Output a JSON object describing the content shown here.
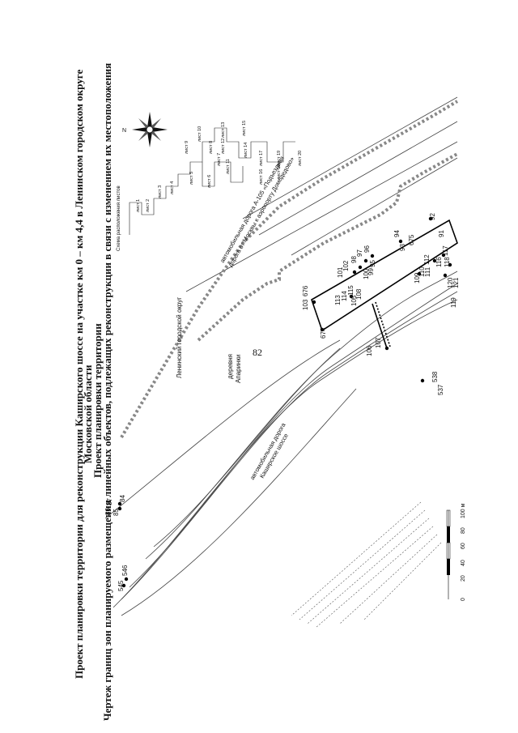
{
  "page": {
    "number": "82"
  },
  "titles": [
    "Проект планировки территории для реконструкции Каширского шоссе на участке км 0 – км 4,4 в Ленинском городском округе",
    "Московской области",
    "Проект планировки территории",
    "Чертеж границ зон планируемого размещения линейных объектов, подлежащих реконструкции в связи с изменением их местоположения"
  ],
  "map": {
    "labels": {
      "district": "Ленинский городской округ",
      "village_line1": "деревня",
      "village_line2": "Апаринки",
      "road_a105_line1": "автомобильная дорога А-105 «Подъездная",
      "road_a105_line2": "дорога от Москвы к аэропорту Домодедово»",
      "road_kashira_line1": "автомобильная дорога",
      "road_kashira_line2": "Каширское шоссе"
    },
    "north_letter": "N",
    "sheet_scheme": {
      "title": "Схема расположения листов",
      "sheets": [
        "лист 1",
        "лист 2",
        "лист 3",
        "лист 4",
        "лист 5",
        "лист 6",
        "лист 7",
        "лист 8",
        "лист 9",
        "лист 10",
        "лист 11",
        "лист 12",
        "лист 13",
        "лист 14",
        "лист 15",
        "лист 16",
        "лист 17",
        "лист 18",
        "лист 19",
        "лист 20"
      ]
    },
    "scale_bar": {
      "ticks": [
        "0",
        "20",
        "40",
        "60",
        "80",
        "100 м"
      ]
    },
    "points": [
      "545",
      "546",
      "84",
      "85",
      "86",
      "87",
      "537",
      "538",
      "103",
      "676",
      "674",
      "106",
      "107",
      "105",
      "108",
      "113",
      "114",
      "115",
      "101",
      "102",
      "100",
      "99",
      "98",
      "97",
      "96",
      "95",
      "94",
      "93",
      "675",
      "92",
      "91",
      "109",
      "110",
      "111",
      "112",
      "116",
      "117",
      "118",
      "119",
      "120",
      "121"
    ]
  }
}
